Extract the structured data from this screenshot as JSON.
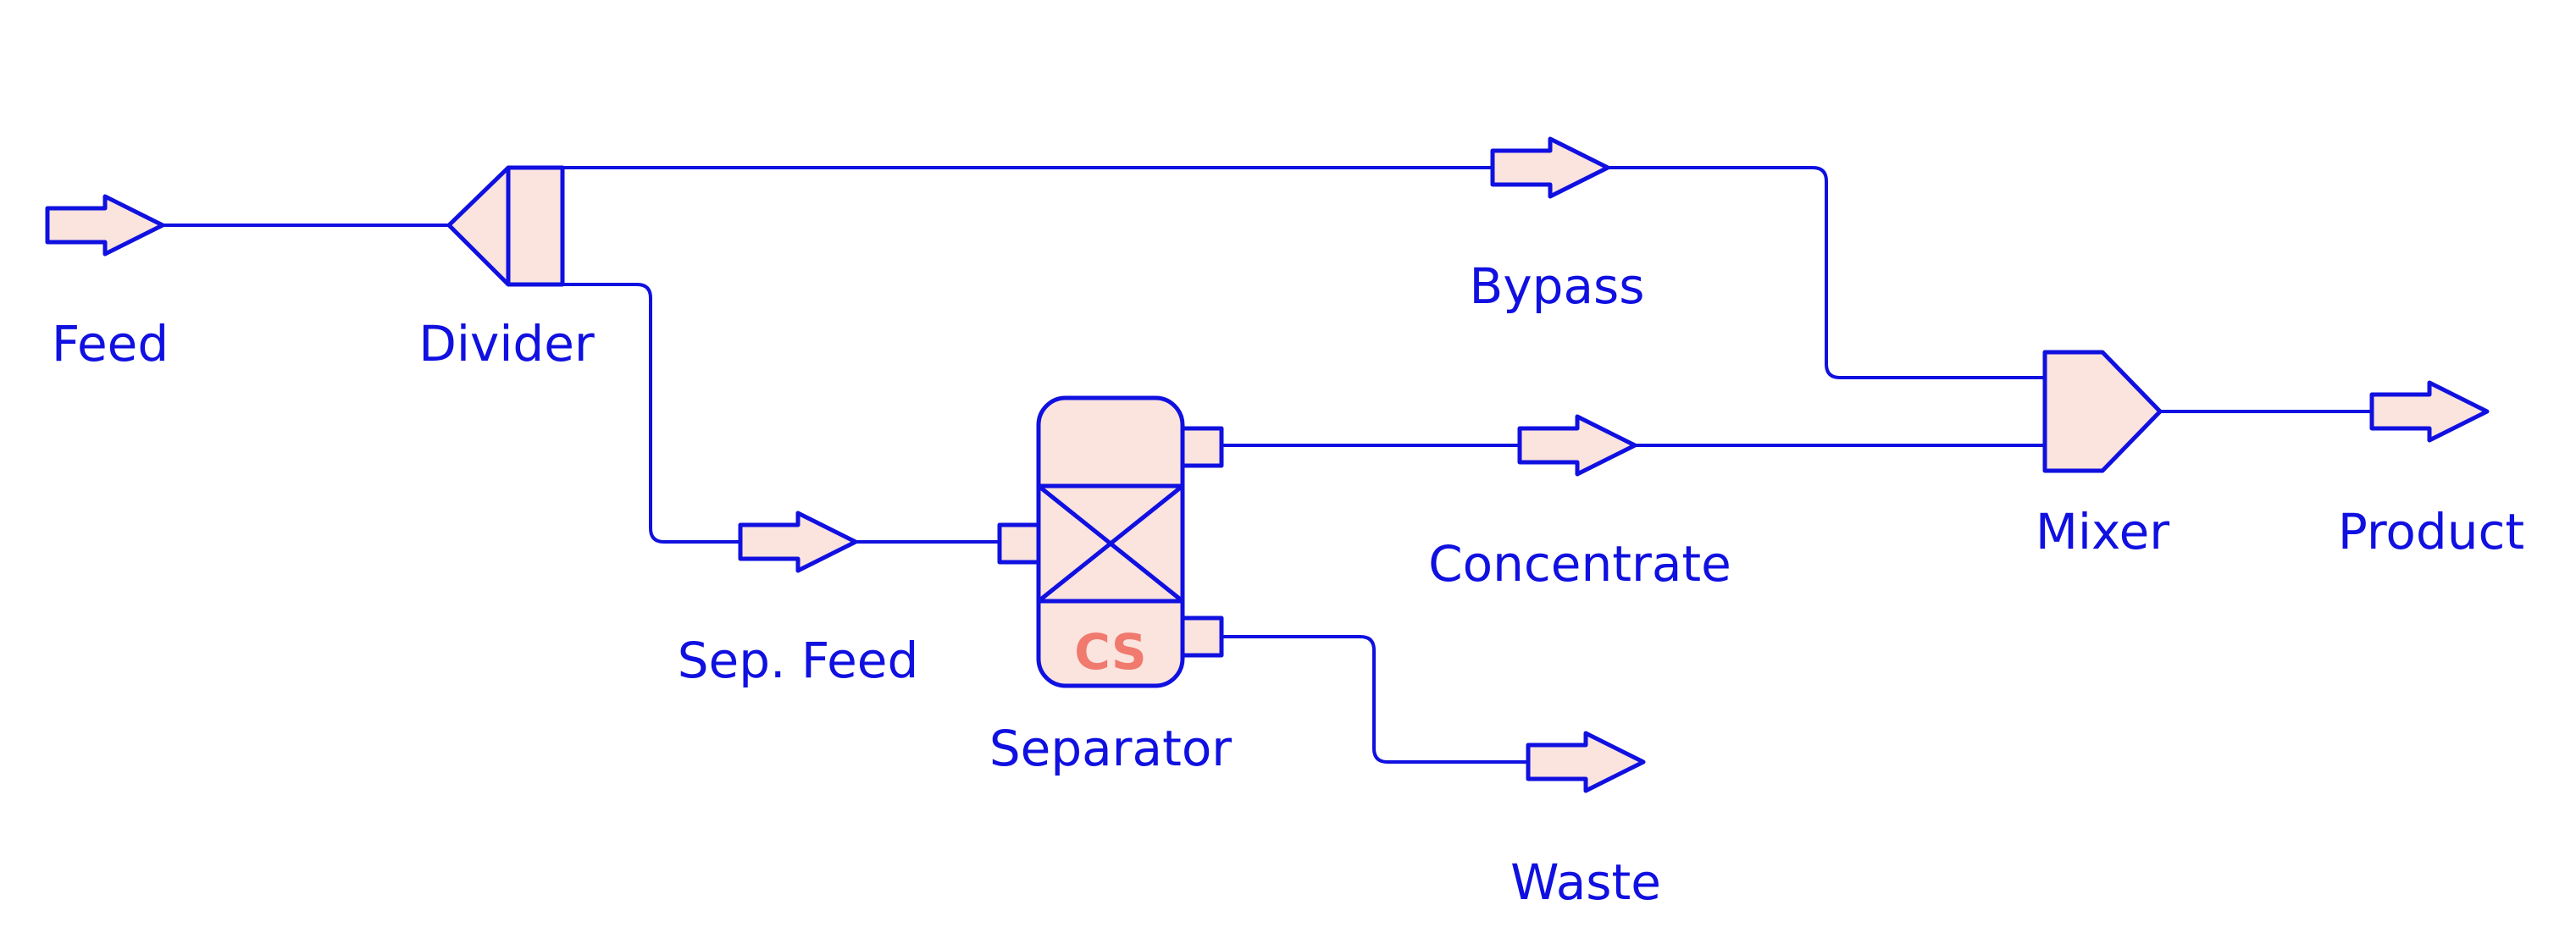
{
  "labels": {
    "feed": "Feed",
    "divider": "Divider",
    "bypass": "Bypass",
    "sep_feed": "Sep. Feed",
    "separator": "Separator",
    "separator_tag": "CS",
    "concentrate": "Concentrate",
    "waste": "Waste",
    "mixer": "Mixer",
    "product": "Product"
  },
  "colors": {
    "line": "#1010e0",
    "unit_fill": "#fbe3de",
    "separator_tag": "#f07a6e"
  }
}
